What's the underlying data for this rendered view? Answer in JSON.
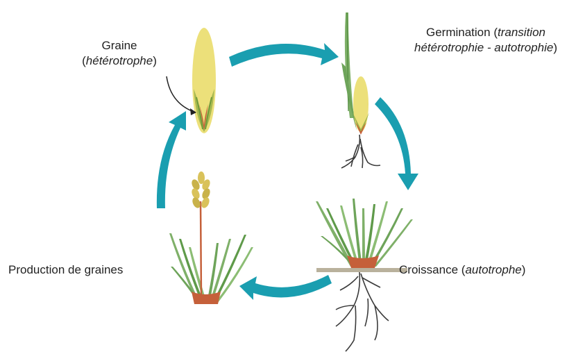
{
  "labels": {
    "graine": {
      "title": "Graine",
      "paren_open": "(",
      "italic": "hétérotrophe",
      "paren_close": ")"
    },
    "germination": {
      "title": "Germination",
      "paren_open": "(",
      "italic_1": "transition",
      "italic_2": "hétérotrophie - autotrophie",
      "paren_close": ")"
    },
    "croissance": {
      "title": "Croissance",
      "paren_open": "(",
      "italic": "autotrophe",
      "paren_close": ")"
    },
    "production": {
      "title": "Production de graines"
    }
  },
  "colors": {
    "arrow": "#1a9eb0",
    "seed": "#ece07a",
    "leaf": "#7fb069",
    "leaf_dark": "#4f8a3c",
    "stem": "#c5603a",
    "root": "#3a3a3a",
    "soil": "#b9b19c"
  },
  "icons": [
    "cycle-arrow-icon",
    "seed-icon",
    "seedling-icon",
    "grass-tuft-icon",
    "root-icon",
    "wheat-ear-icon"
  ]
}
